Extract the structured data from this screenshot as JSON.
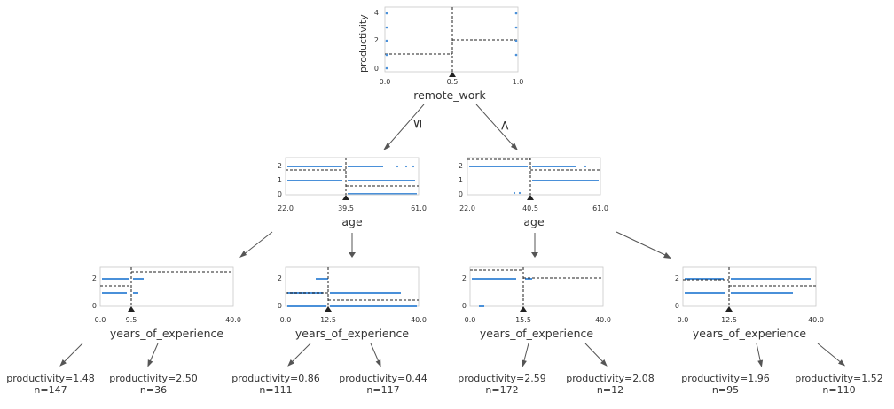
{
  "root": {
    "feature": "remote_work",
    "ylabel": "productivity",
    "xticks": [
      "0.0",
      "0.5",
      "1.0"
    ],
    "yticks": [
      "0",
      "2",
      "4"
    ],
    "left_edge_label": "≤",
    "right_edge_label": ">"
  },
  "internal": [
    {
      "id": "age-left",
      "feature": "age",
      "xticks": [
        "22.0",
        "39.5",
        "61.0"
      ],
      "yticks": [
        "0",
        "1",
        "2"
      ]
    },
    {
      "id": "age-right",
      "feature": "age",
      "xticks": [
        "22.0",
        "40.5",
        "61.0"
      ],
      "yticks": [
        "0",
        "1",
        "2"
      ]
    }
  ],
  "splits": [
    {
      "id": "yoe-1",
      "feature": "years_of_experience",
      "xticks": [
        "0.0",
        "9.5",
        "40.0"
      ],
      "yticks": [
        "0",
        "2"
      ]
    },
    {
      "id": "yoe-2",
      "feature": "years_of_experience",
      "xticks": [
        "0.0",
        "12.5",
        "40.0"
      ],
      "yticks": [
        "0",
        "2"
      ]
    },
    {
      "id": "yoe-3",
      "feature": "years_of_experience",
      "xticks": [
        "0.0",
        "15.5",
        "40.0"
      ],
      "yticks": [
        "0",
        "2"
      ]
    },
    {
      "id": "yoe-4",
      "feature": "years_of_experience",
      "xticks": [
        "0.0",
        "12.5",
        "40.0"
      ],
      "yticks": [
        "0",
        "2"
      ]
    }
  ],
  "leaves": [
    {
      "prediction": "productivity=1.48",
      "n": "n=147"
    },
    {
      "prediction": "productivity=2.50",
      "n": "n=36"
    },
    {
      "prediction": "productivity=0.86",
      "n": "n=111"
    },
    {
      "prediction": "productivity=0.44",
      "n": "n=117"
    },
    {
      "prediction": "productivity=2.59",
      "n": "n=172"
    },
    {
      "prediction": "productivity=2.08",
      "n": "n=12"
    },
    {
      "prediction": "productivity=1.96",
      "n": "n=95"
    },
    {
      "prediction": "productivity=1.52",
      "n": "n=110"
    }
  ],
  "colors": {
    "points": "#4a90d9",
    "split": "#222222",
    "arrow": "#555555"
  }
}
